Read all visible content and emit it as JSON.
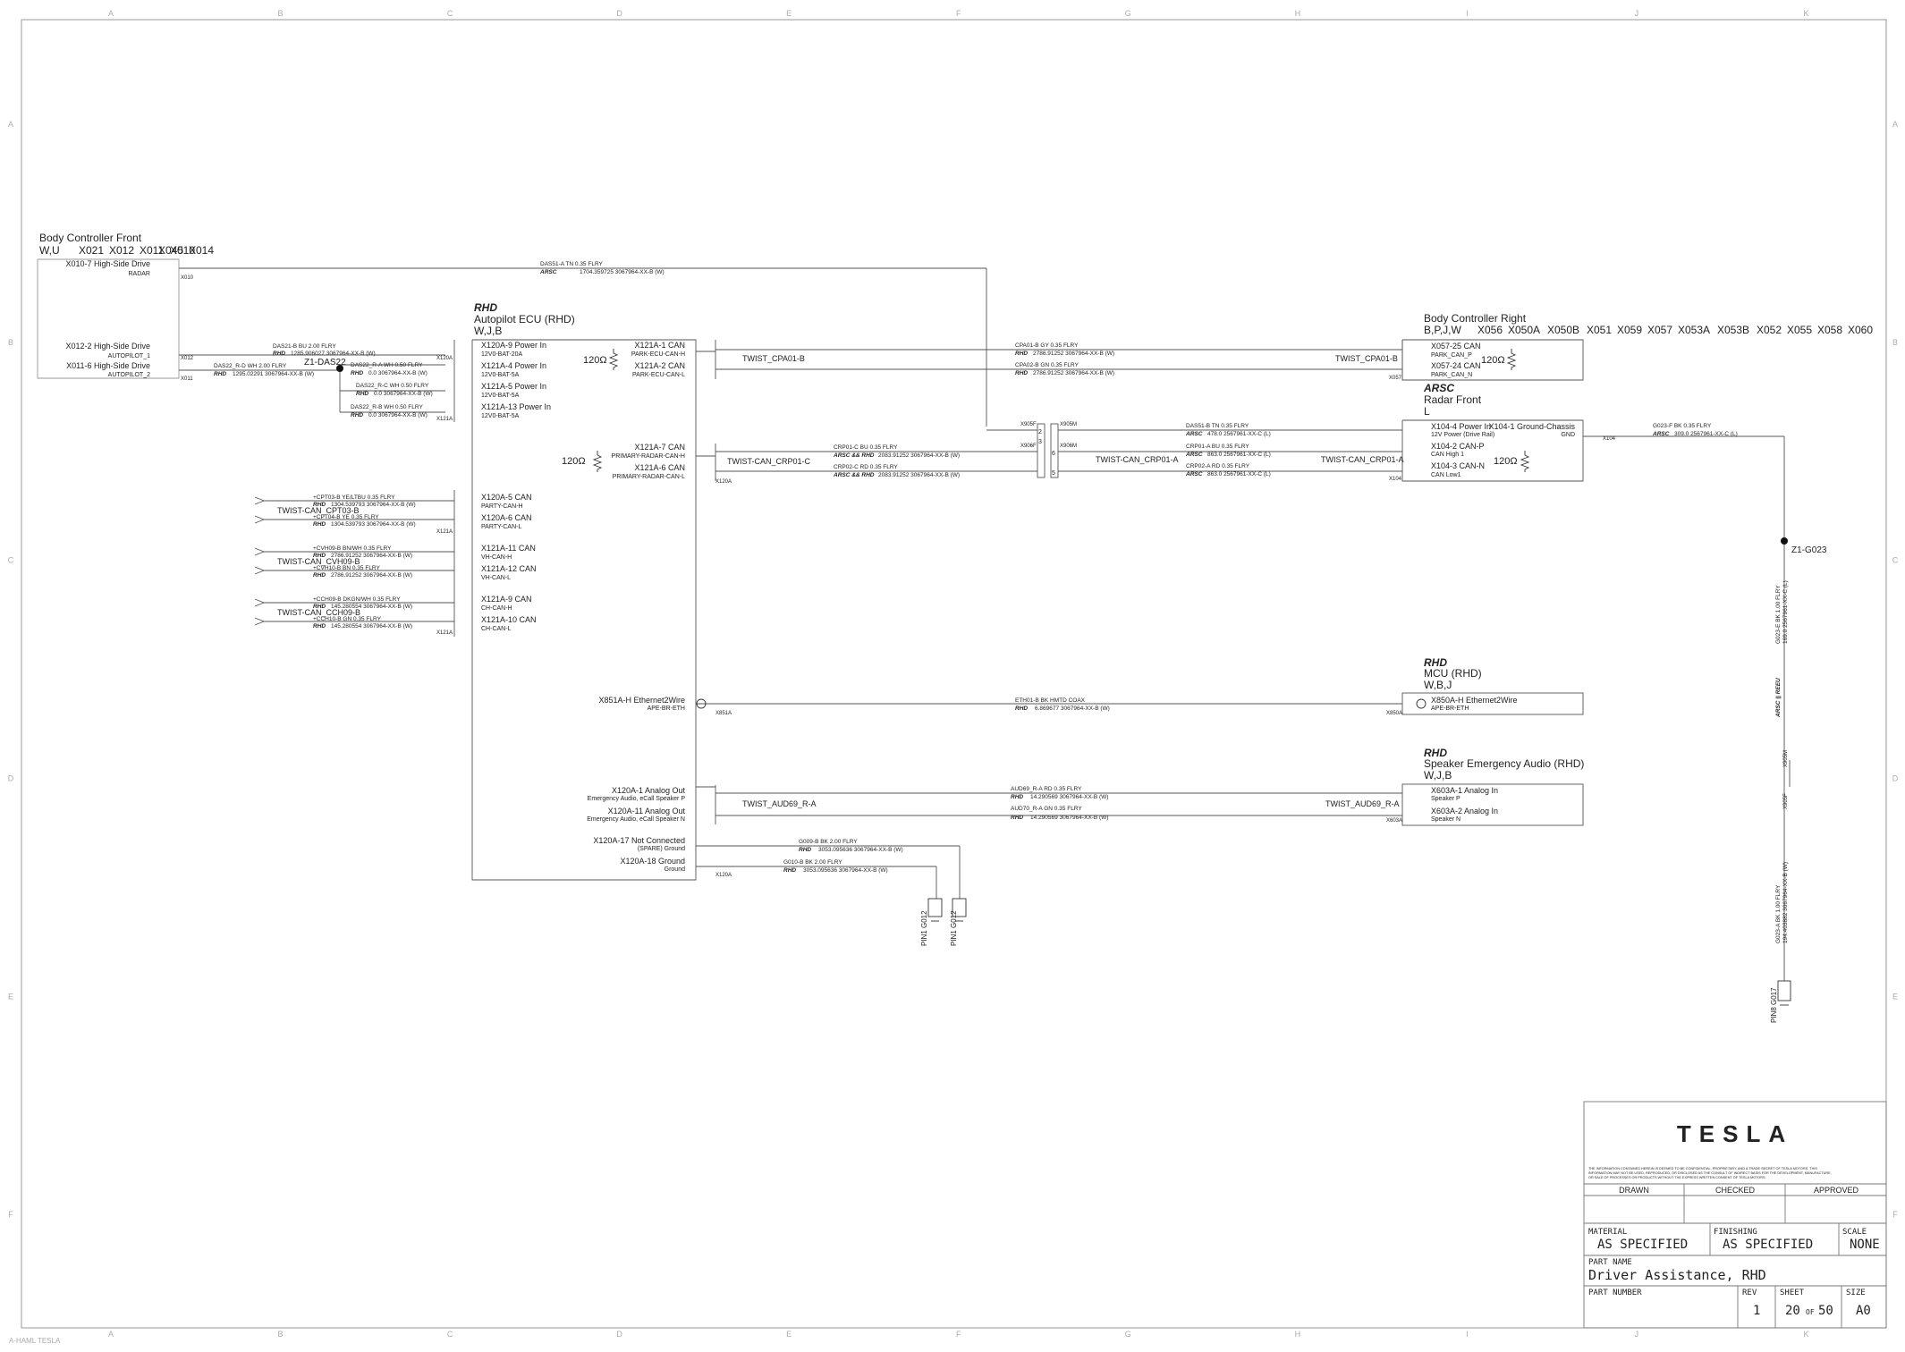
{
  "grid": {
    "columns": [
      "A",
      "B",
      "C",
      "D",
      "E",
      "F",
      "G",
      "H",
      "I",
      "J",
      "K"
    ],
    "rows": [
      "A",
      "B",
      "C",
      "D",
      "E",
      "F"
    ]
  },
  "components": {
    "bcf": {
      "title": "Body Controller Front",
      "config": "W,U",
      "connectors": [
        "X021",
        "X012",
        "X011",
        "X045",
        "X010",
        "X014"
      ],
      "pins": [
        {
          "name": "X010-7 High-Side Drive",
          "sig": "RADAR",
          "conn": "X010"
        },
        {
          "name": "X012-2 High-Side Drive",
          "sig": "AUTOPILOT_1",
          "conn": "X012"
        },
        {
          "name": "X011-6 High-Side Drive",
          "sig": "AUTOPILOT_2",
          "conn": "X011"
        }
      ]
    },
    "ecu": {
      "cond": "RHD",
      "title": "Autopilot ECU (RHD)",
      "config": "W,J,B",
      "power_pins": [
        {
          "name": "X120A-9 Power In",
          "sig": "12V0-BAT-20A"
        },
        {
          "name": "X121A-4 Power In",
          "sig": "12V0-BAT-5A"
        },
        {
          "name": "X121A-5 Power In",
          "sig": "12V0-BAT-5A"
        },
        {
          "name": "X121A-13 Power In",
          "sig": "12V0-BAT-5A"
        }
      ],
      "can_right": [
        {
          "name": "X121A-1 CAN",
          "sig": "PARK-ECU-CAN-H"
        },
        {
          "name": "X121A-2 CAN",
          "sig": "PARK-ECU-CAN-L"
        },
        {
          "name": "X121A-7 CAN",
          "sig": "PRIMARY-RADAR-CAN-H"
        },
        {
          "name": "X121A-6 CAN",
          "sig": "PRIMARY-RADAR-CAN-L"
        }
      ],
      "can_left": [
        {
          "name": "X120A-5 CAN",
          "sig": "PARTY-CAN-H"
        },
        {
          "name": "X120A-6 CAN",
          "sig": "PARTY-CAN-L"
        },
        {
          "name": "X121A-11 CAN",
          "sig": "VH-CAN-H"
        },
        {
          "name": "X121A-12 CAN",
          "sig": "VH-CAN-L"
        },
        {
          "name": "X121A-9 CAN",
          "sig": "CH-CAN-H"
        },
        {
          "name": "X121A-10 CAN",
          "sig": "CH-CAN-L"
        }
      ],
      "eth": {
        "name": "X851A-H Ethernet2Wire",
        "sig": "APE-BR-ETH"
      },
      "audio": [
        {
          "name": "X120A-1 Analog Out",
          "sig": "Emergency  Audio, eCall Speaker P"
        },
        {
          "name": "X120A-11 Analog Out",
          "sig": "Emergency  Audio, eCall Speaker N"
        }
      ],
      "grounds": [
        {
          "name": "X120A-17 Not Connected",
          "sig": "(SPARE) Ground"
        },
        {
          "name": "X120A-18 Ground",
          "sig": "Ground"
        }
      ],
      "conn_labels": [
        "X120A",
        "X121A",
        "X120A",
        "X121A",
        "X121A",
        "X851A",
        "X120A"
      ]
    },
    "bcr": {
      "title": "Body Controller Right",
      "config": "B,P,J,W",
      "connectors": [
        "X056",
        "X050A",
        "X050B",
        "X051",
        "X059",
        "X057",
        "X053A",
        "X053B",
        "X052",
        "X055",
        "X058",
        "X060"
      ],
      "pins": [
        {
          "name": "X057-25 CAN",
          "sig": "PARK_CAN_P"
        },
        {
          "name": "X057-24 CAN",
          "sig": "PARK_CAN_N"
        }
      ],
      "conn": "X057"
    },
    "radar": {
      "cond": "ARSC",
      "title": "Radar Front",
      "config": "L",
      "pins": [
        {
          "name": "X104-4 Power In",
          "sig": "12V Power (Drive Rail)"
        },
        {
          "name": "X104-1 Ground-Chassis",
          "sig": "GND"
        },
        {
          "name": "X104-2 CAN-P",
          "sig": "CAN High 1"
        },
        {
          "name": "X104-3 CAN-N",
          "sig": "CAN Low1"
        }
      ],
      "conn": "X104"
    },
    "mcu": {
      "cond": "RHD",
      "title": "MCU (RHD)",
      "config": "W,B,J",
      "pin": {
        "name": "X850A-H Ethernet2Wire",
        "sig": "APE-BR-ETH"
      },
      "conn": "X850A"
    },
    "spk": {
      "cond": "RHD",
      "title": "Speaker Emergency Audio (RHD)",
      "config": "W,J,B",
      "pins": [
        {
          "name": "X603A-1 Analog In",
          "sig": "Speaker P"
        },
        {
          "name": "X603A-2 Analog In",
          "sig": "Speaker N"
        }
      ],
      "conn": "X603A"
    }
  },
  "resistor": "120Ω",
  "splices": {
    "das": "Z1-DAS22",
    "g023": "Z1-G023"
  },
  "inline": {
    "x905f": "X905F",
    "x905m": "X905M",
    "x906f": "X906F",
    "x906m": "X906M",
    "p905": [
      "2",
      "3"
    ],
    "p906": [
      "6",
      "5"
    ]
  },
  "twists": {
    "cpa01": "TWIST_CPA01-B",
    "crp01c": "TWIST-CAN_CRP01-C",
    "crp01a": "TWIST-CAN_CRP01-A",
    "cpt03": "TWIST-CAN_CPT03-B",
    "cvh09": "TWIST-CAN_CVH09-B",
    "cch09": "TWIST-CAN_CCH09-B",
    "aud69": "TWIST_AUD69_R-A"
  },
  "wires": {
    "das51a": {
      "l1": "DAS51-A    TN    0.35    FLRY",
      "cond": "ARSC",
      "l2": "1704.359725       3067964-XX-B (W)"
    },
    "das21b": {
      "l1": "DAS21-B    BU    2.00    FLRY",
      "cond": "RHD",
      "l2": "1285.906027      3067964-XX-B (W)"
    },
    "das22rd": {
      "l1": "DAS22_R-D    WH    2.00    FLRY",
      "cond": "RHD",
      "l2": "1295.02291      3067964-XX-B (W)"
    },
    "das22ra": {
      "l1": "DAS22_R-A    WH    0.50    FLRY",
      "cond": "RHD",
      "l2": "0.0       3067964-XX-B (W)"
    },
    "das22rc": {
      "l1": "DAS22_R-C    WH    0.50    FLRY",
      "cond": "RHD",
      "l2": "0.0       3067964-XX-B (W)"
    },
    "das22rb": {
      "l1": "DAS22_R-B    WH    0.50    FLRY",
      "cond": "RHD",
      "l2": "0.0       3067964-XX-B (W)"
    },
    "cpa01b": {
      "l1": "CPA01-B    GY    0.35    FLRY",
      "cond": "RHD",
      "l2": "2786.91252      3067964-XX-B (W)"
    },
    "cpa02b": {
      "l1": "CPA02-B    GN    0.35    FLRY",
      "cond": "RHD",
      "l2": "2786.91252      3067964-XX-B (W)"
    },
    "crp01c": {
      "l1": "CRP01-C    BU    0.35    FLRY",
      "cond": "ARSC && RHD",
      "l2": "2083.91252      3067964-XX-B (W)"
    },
    "crp02c": {
      "l1": "CRP02-C    RD    0.35    FLRY",
      "cond": "ARSC && RHD",
      "l2": "2083.91252      3067964-XX-B (W)"
    },
    "das51b": {
      "l1": "DAS51-B    TN    0.35    FLRY",
      "cond": "ARSC",
      "l2": "478.0       2567961-XX-C (L)"
    },
    "crp01a": {
      "l1": "CRP01-A    BU    0.35    FLRY",
      "cond": "ARSC",
      "l2": "863.0       2567961-XX-C (L)"
    },
    "crp02a": {
      "l1": "CRP02-A    RD    0.35    FLRY",
      "cond": "ARSC",
      "l2": "863.0       2567961-XX-C (L)"
    },
    "g023f": {
      "l1": "G023-F    BK    0.35    FLRY",
      "cond": "ARSC",
      "l2": "309.0       2567961-XX-C (L)"
    },
    "cpt03b": {
      "l1": "+CPT03-B    YE/LTBU    0.35    FLRY",
      "cond": "RHD",
      "l2": "1304.539793      3067964-XX-B (W)"
    },
    "cpt04b": {
      "l1": "+CPT04-B    YE    0.35    FLRY",
      "cond": "RHD",
      "l2": "1304.539793      3067964-XX-B (W)"
    },
    "cvh09b": {
      "l1": "+CVH09-B    BN/WH    0.35    FLRY",
      "cond": "RHD",
      "l2": "2786.91252      3067964-XX-B (W)"
    },
    "cvh10b": {
      "l1": "+CVH10-B    BN    0.35    FLRY",
      "cond": "RHD",
      "l2": "2786.91252      3067964-XX-B (W)"
    },
    "cch09b": {
      "l1": "+CCH09-B    DKGN/WH    0.35    FLRY",
      "cond": "RHD",
      "l2": "145.280554      3067964-XX-B (W)"
    },
    "cch10b": {
      "l1": "+CCH10-B    GN    0.35    FLRY",
      "cond": "RHD",
      "l2": "145.280554      3067964-XX-B (W)"
    },
    "eth01b": {
      "l1": "ETH01-B    BK    HMTD    COAX",
      "cond": "RHD",
      "l2": "6.869677       3067964-XX-B (W)"
    },
    "aud69": {
      "l1": "AUD69_R-A    RD    0.35    FLRY",
      "cond": "RHD",
      "l2": "14.290569      3067964-XX-B (W)"
    },
    "aud70": {
      "l1": "AUD70_R-A    GN    0.35    FLRY",
      "cond": "RHD",
      "l2": "14.290569      3067964-XX-B (W)"
    },
    "g009b": {
      "l1": "G009-B    BK    2.00    FLRY",
      "cond": "RHD",
      "l2": "3053.095636      3067964-XX-B (W)"
    },
    "g010b": {
      "l1": "G010-B    BK    2.00    FLRY",
      "cond": "RHD",
      "l2": "3053.095636      3067964-XX-B (W)"
    },
    "g023e": {
      "l1": "G023-E    BK    1.00    FLRY",
      "cond": "ARSC || REEU",
      "l2": "169.0    2567961-XX-C (L)"
    },
    "g023a": {
      "l1": "G023-A    BK    1.00    FLRY",
      "cond": "",
      "l2": "194.403882    3067964-XX-B (W)"
    }
  },
  "grounds": {
    "g012a": "PIN1 G012",
    "g012b": "PIN1 G012",
    "g017": "PIN8 G017"
  },
  "title_block": {
    "logo": "TESLA",
    "notice1": "THE INFORMATION CONTAINED HEREIN IS DEEMED TO BE CONFIDENTIAL, PROPRIETARY, AND A TRADE SECRET OF TESLA MOTORS.  THIS",
    "notice2": "INFORMATION MAY NOT BE USED, REPRODUCED, OR DISCLOSED AS THE CONSULT OF INDIRECT BASIS FOR THE DEVELOPMENT, MANUFACTURE,",
    "notice3": "OR SALE OF PROCESSES OR PRODUCTS WITHOUT THE EXPRESS WRITTEN CONSENT OF TESLA MOTORS.",
    "drawn": "DRAWN",
    "checked": "CHECKED",
    "approved": "APPROVED",
    "material_label": "MATERIAL",
    "material": "AS SPECIFIED",
    "finishing_label": "FINISHING",
    "finishing": "AS SPECIFIED",
    "scale_label": "SCALE",
    "scale": "NONE",
    "part_name_label": "PART NAME",
    "part_name": "Driver Assistance, RHD",
    "part_number_label": "PART NUMBER",
    "rev_label": "REV",
    "rev": "1",
    "sheet_label": "SHEET",
    "sheet": "20",
    "of": "OF",
    "sheets": "50",
    "size_label": "SIZE",
    "size": "A0"
  },
  "footer": "A-HAML TESLA"
}
